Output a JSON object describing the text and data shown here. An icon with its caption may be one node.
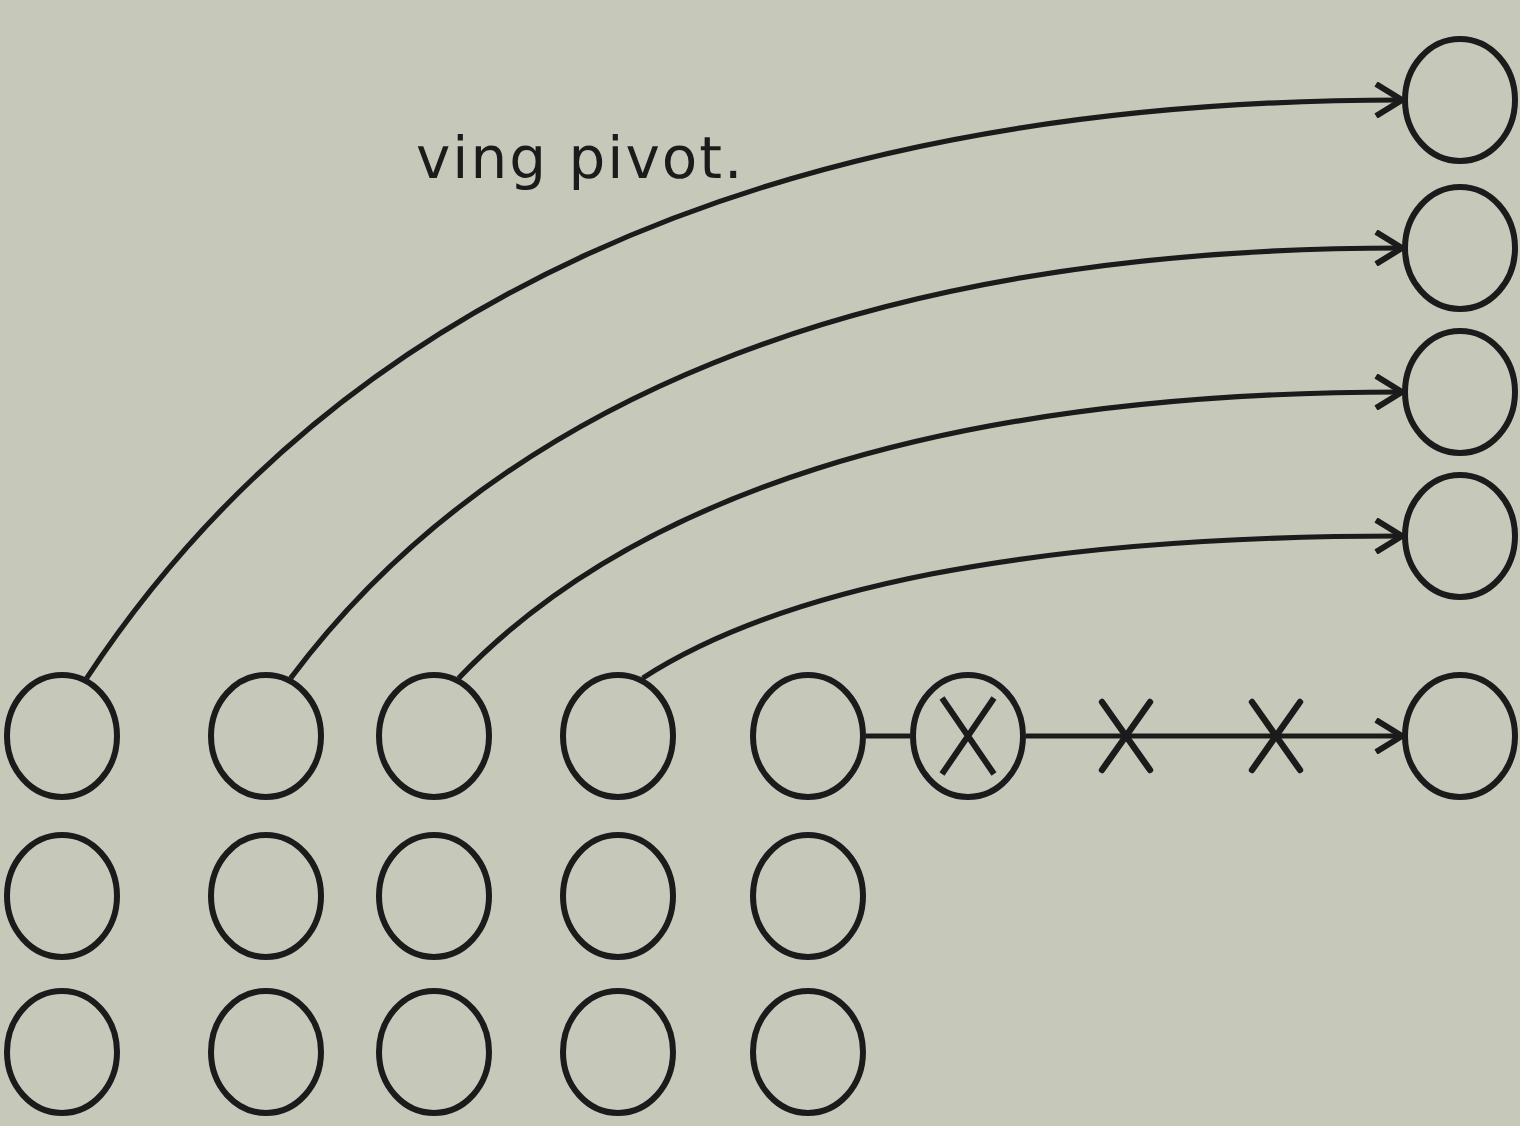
{
  "diagram": {
    "nodes": [
      {
        "text": [],
        "shape": "circle"
      },
      {
        "text": [],
        "shape": "circle"
      },
      {
        "text": [],
        "shape": "circle"
      },
      {
        "text": [],
        "shape": "circle"
      },
      {
        "text": [],
        "shape": "circle"
      },
      {
        "text": [],
        "shape": "circle"
      },
      {
        "text": [],
        "shape": "circle"
      },
      {
        "text": [],
        "shape": "circle"
      },
      {
        "text": [],
        "shape": "circle"
      },
      {
        "text": [],
        "shape": "circle-x"
      },
      {
        "text": [],
        "shape": "circle"
      },
      {
        "text": [],
        "shape": "circle"
      },
      {
        "text": [],
        "shape": "circle"
      },
      {
        "text": [],
        "shape": "circle"
      },
      {
        "text": [],
        "shape": "circle"
      },
      {
        "text": [],
        "shape": "circle"
      },
      {
        "text": [],
        "shape": "circle"
      },
      {
        "text": [],
        "shape": "circle"
      },
      {
        "text": [],
        "shape": "circle"
      },
      {
        "text": [],
        "shape": "circle"
      },
      {
        "text": [],
        "shape": "circle"
      }
    ],
    "edges": [
      {
        "from": 4,
        "to": 0,
        "arrow": "to"
      },
      {
        "from": 5,
        "to": 1,
        "arrow": "to"
      },
      {
        "from": 6,
        "to": 2,
        "arrow": "to"
      },
      {
        "from": 7,
        "to": 3,
        "arrow": "to"
      },
      {
        "from": 8,
        "to": 9,
        "arrow": "none"
      },
      {
        "from": 9,
        "to": 10,
        "arrow": "to"
      }
    ],
    "labels": [
      "ving pivot."
    ]
  }
}
